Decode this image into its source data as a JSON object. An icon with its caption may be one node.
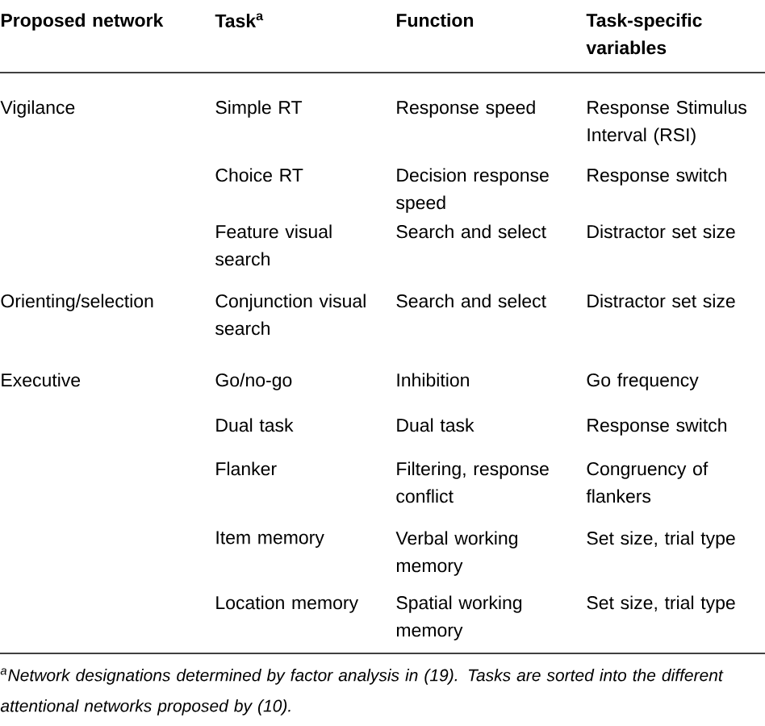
{
  "diagram": {
    "labels": [
      "Proposed network",
      "Task$^{a}$",
      "Function",
      "Task-specific variables",
      "Vigilance",
      "Simple RT",
      "Response speed",
      "Response Stimulus Interval (RSI)",
      "Choice RT",
      "Decision response speed",
      "Response switch",
      "Feature visual search",
      "Search and select",
      "Distractor set size",
      "Orienting/selection",
      "Conjunction visual search",
      "Search and select",
      "Distractor set size",
      "Executive",
      "Go/no-go",
      "Inhibition",
      "Go frequency",
      "Dual task",
      "Dual task",
      "Response switch",
      "Flanker",
      "Filtering, response conflict",
      "Congruency of flankers",
      "Item memory",
      "Verbal working memory",
      "Set size, trial type",
      "Location memory",
      "Spatial working memory",
      "Set size, trial type",
      "$^{a}$Network designations determined by factor analysis in (19). Tasks are sorted into the different attentional networks proposed by (10)."
    ]
  }
}
